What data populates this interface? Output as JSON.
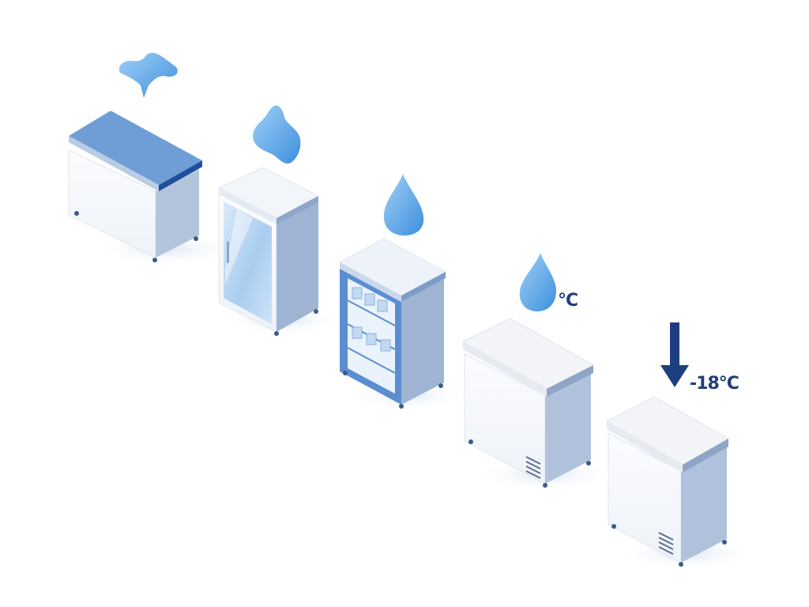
{
  "colors": {
    "background": "#ffffff",
    "label_text": "#1e3f7a",
    "unit_top": "#e8f0fa",
    "unit_front": "#f7f9fc",
    "unit_side": "#b5c6dd",
    "accent_blue": "#4a86d6",
    "arrow": "#1d3f82"
  },
  "units": [
    {
      "id": "counter-unit",
      "icon": "ice-splash-icon"
    },
    {
      "id": "glass-door-fridge",
      "icon": "ice-cube-icon"
    },
    {
      "id": "open-shelf-fridge",
      "icon": "water-drop-icon"
    },
    {
      "id": "chest-freezer",
      "icon": "water-drop-icon"
    },
    {
      "id": "deep-freezer",
      "icon": "down-arrow-icon"
    }
  ],
  "labels": {
    "chest_freezer_temp": "°C",
    "deep_freezer_temp": "-18°C"
  }
}
